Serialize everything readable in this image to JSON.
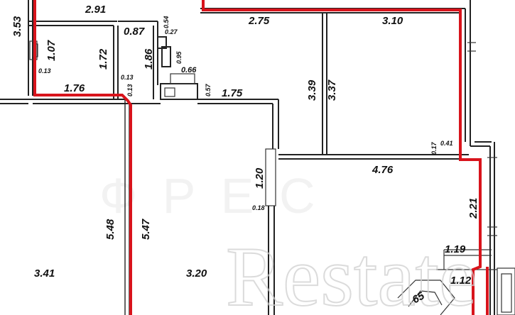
{
  "plan": {
    "dimensions": {
      "d353": "3.53",
      "d291": "2.91",
      "d087": "0.87",
      "d054": "0.54",
      "d027": "0.27",
      "d275": "2.75",
      "d310": "3.10",
      "d107": "1.07",
      "d172": "1.72",
      "d186": "1.86",
      "d095": "0.95",
      "d066": "0.66",
      "d013a": "0.13",
      "d013b": "0.13",
      "d013c": "0.13",
      "d176": "1.76",
      "d057": "0.57",
      "d175": "1.75",
      "d339": "3.39",
      "d337": "3.37",
      "d017": "0.17",
      "d041": "0.41",
      "d120": "1.20",
      "d476": "4.76",
      "d221": "2.21",
      "d018": "0.18",
      "d548": "5.48",
      "d547": "5.47",
      "d119": "1.19",
      "d341": "3.41",
      "d320": "3.20",
      "d112": "1.12",
      "d65": "65"
    },
    "watermark": "Restate",
    "watermark_faint": "Ф Р Е С",
    "boundary_color": "#d8141c",
    "wall_color": "#222222"
  }
}
